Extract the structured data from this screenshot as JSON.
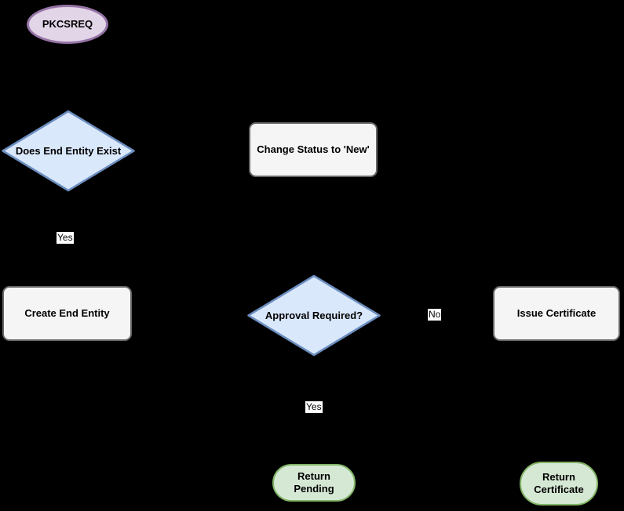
{
  "diagram": {
    "background_color": "#000000",
    "nodes": {
      "pkcsreq": {
        "label": "PKCSREQ",
        "shape": "ellipse",
        "fill": "#E1D5E7",
        "stroke": "#9673A6"
      },
      "does_end_entity_exist": {
        "label": "Does End Entity Exist",
        "shape": "diamond",
        "fill": "#DAE8FC",
        "stroke": "#6C8EBF"
      },
      "change_status_new": {
        "label": "Change Status to 'New'",
        "shape": "rounded-rect",
        "fill": "#F5F5F5",
        "stroke": "#666666"
      },
      "create_end_entity": {
        "label": "Create End Entity",
        "shape": "rounded-rect",
        "fill": "#F5F5F5",
        "stroke": "#666666"
      },
      "approval_required": {
        "label": "Approval Required?",
        "shape": "diamond",
        "fill": "#DAE8FC",
        "stroke": "#6C8EBF"
      },
      "issue_certificate": {
        "label": "Issue Certificate",
        "shape": "rounded-rect",
        "fill": "#F5F5F5",
        "stroke": "#666666"
      },
      "return_pending": {
        "label": "Return Pending",
        "shape": "stadium",
        "fill": "#D5E8D4",
        "stroke": "#82B366"
      },
      "return_certificate": {
        "label": "Return Certificate",
        "shape": "stadium",
        "fill": "#D5E8D4",
        "stroke": "#82B366"
      }
    },
    "edge_labels": {
      "yes_exist": {
        "text": "Yes"
      },
      "no_approval": {
        "text": "No"
      },
      "yes_approval": {
        "text": "Yes"
      }
    }
  }
}
